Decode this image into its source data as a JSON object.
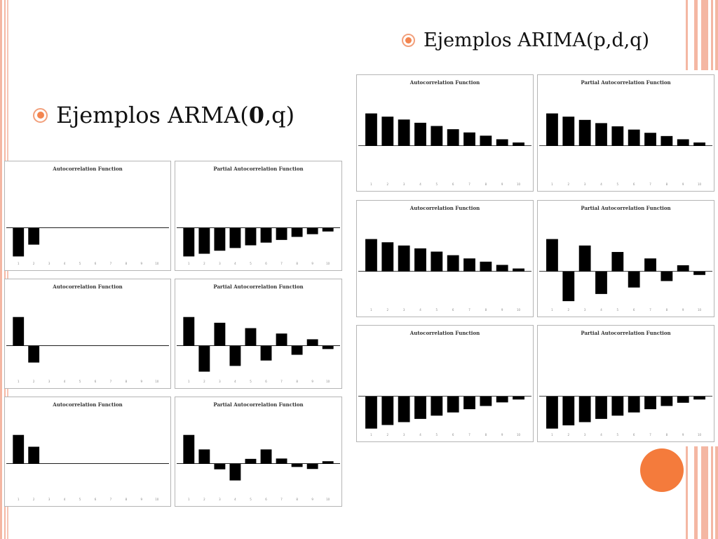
{
  "slide": {
    "heading_left": {
      "prefix": "Ejemplos ARMA(",
      "bold": "0",
      "suffix": ",q)"
    },
    "heading_right": "Ejemplos ARIMA(p,d,q)"
  },
  "colors": {
    "accent": "#f3854f",
    "stripe": "#f4b7a3",
    "circle": "#f47b3c",
    "bar": "#000000"
  },
  "chart_data": [
    {
      "id": "arma-1-acf",
      "type": "bar",
      "title": "Autocorrelation Function",
      "categories": [
        "1",
        "2",
        "3",
        "4",
        "5",
        "6",
        "7",
        "8",
        "9",
        "10"
      ],
      "values": [
        -0.85,
        -0.5,
        0,
        0,
        0,
        0,
        0,
        0,
        0,
        0
      ],
      "ylim": [
        -1,
        1
      ]
    },
    {
      "id": "arma-1-pacf",
      "type": "bar",
      "title": "Partial Autocorrelation Function",
      "categories": [
        "1",
        "2",
        "3",
        "4",
        "5",
        "6",
        "7",
        "8",
        "9",
        "10"
      ],
      "values": [
        -0.85,
        -0.77,
        -0.68,
        -0.6,
        -0.52,
        -0.44,
        -0.36,
        -0.27,
        -0.19,
        -0.11
      ],
      "ylim": [
        -1,
        1
      ]
    },
    {
      "id": "arma-2-acf",
      "type": "bar",
      "title": "Autocorrelation Function",
      "categories": [
        "1",
        "2",
        "3",
        "4",
        "5",
        "6",
        "7",
        "8",
        "9",
        "10"
      ],
      "values": [
        0.85,
        -0.5,
        0,
        0,
        0,
        0,
        0,
        0,
        0,
        0
      ],
      "ylim": [
        -1,
        1
      ]
    },
    {
      "id": "arma-2-pacf",
      "type": "bar",
      "title": "Partial Autocorrelation Function",
      "categories": [
        "1",
        "2",
        "3",
        "4",
        "5",
        "6",
        "7",
        "8",
        "9",
        "10"
      ],
      "values": [
        0.85,
        -0.77,
        0.68,
        -0.6,
        0.52,
        -0.44,
        0.36,
        -0.27,
        0.19,
        -0.1
      ],
      "ylim": [
        -1,
        1
      ]
    },
    {
      "id": "arma-3-acf",
      "type": "bar",
      "title": "Autocorrelation Function",
      "categories": [
        "1",
        "2",
        "3",
        "4",
        "5",
        "6",
        "7",
        "8",
        "9",
        "10"
      ],
      "values": [
        0.85,
        0.5,
        0,
        0,
        0,
        0,
        0,
        0,
        0,
        0
      ],
      "ylim": [
        -1,
        1
      ]
    },
    {
      "id": "arma-3-pacf",
      "type": "bar",
      "title": "Partial Autocorrelation Function",
      "categories": [
        "1",
        "2",
        "3",
        "4",
        "5",
        "6",
        "7",
        "8",
        "9",
        "10"
      ],
      "values": [
        0.85,
        0.42,
        -0.17,
        -0.5,
        0.14,
        0.42,
        0.15,
        -0.1,
        -0.16,
        0.07
      ],
      "ylim": [
        -1,
        1
      ]
    },
    {
      "id": "arima-1-acf",
      "type": "bar",
      "title": "Autocorrelation Function",
      "categories": [
        "1",
        "2",
        "3",
        "4",
        "5",
        "6",
        "7",
        "8",
        "9",
        "10"
      ],
      "values": [
        0.9,
        0.81,
        0.73,
        0.64,
        0.55,
        0.46,
        0.37,
        0.28,
        0.18,
        0.09
      ],
      "ylim": [
        -1,
        1
      ]
    },
    {
      "id": "arima-1-pacf",
      "type": "bar",
      "title": "Partial Autocorrelation Function",
      "categories": [
        "1",
        "2",
        "3",
        "4",
        "5",
        "6",
        "7",
        "8",
        "9",
        "10"
      ],
      "values": [
        0.9,
        0.81,
        0.72,
        0.63,
        0.54,
        0.45,
        0.36,
        0.27,
        0.18,
        0.09
      ],
      "ylim": [
        -1,
        1
      ]
    },
    {
      "id": "arima-2-acf",
      "type": "bar",
      "title": "Autocorrelation Function",
      "categories": [
        "1",
        "2",
        "3",
        "4",
        "5",
        "6",
        "7",
        "8",
        "9",
        "10"
      ],
      "values": [
        0.9,
        0.81,
        0.72,
        0.64,
        0.55,
        0.45,
        0.36,
        0.27,
        0.18,
        0.08
      ],
      "ylim": [
        -1,
        1
      ]
    },
    {
      "id": "arima-2-pacf",
      "type": "bar",
      "title": "Partial Autocorrelation Function",
      "categories": [
        "1",
        "2",
        "3",
        "4",
        "5",
        "6",
        "7",
        "8",
        "9",
        "10"
      ],
      "values": [
        0.9,
        -0.83,
        0.72,
        -0.63,
        0.54,
        -0.45,
        0.36,
        -0.27,
        0.17,
        -0.1
      ],
      "ylim": [
        -1,
        1
      ]
    },
    {
      "id": "arima-3-acf",
      "type": "bar",
      "title": "Autocorrelation Function",
      "categories": [
        "1",
        "2",
        "3",
        "4",
        "5",
        "6",
        "7",
        "8",
        "9",
        "10"
      ],
      "values": [
        -0.9,
        -0.8,
        -0.72,
        -0.63,
        -0.54,
        -0.45,
        -0.36,
        -0.27,
        -0.17,
        -0.09
      ],
      "ylim": [
        -1,
        1
      ]
    },
    {
      "id": "arima-3-pacf",
      "type": "bar",
      "title": "Partial Autocorrelation Function",
      "categories": [
        "1",
        "2",
        "3",
        "4",
        "5",
        "6",
        "7",
        "8",
        "9",
        "10"
      ],
      "values": [
        -0.9,
        -0.81,
        -0.72,
        -0.63,
        -0.54,
        -0.45,
        -0.36,
        -0.27,
        -0.18,
        -0.09
      ],
      "ylim": [
        -1,
        1
      ]
    }
  ]
}
